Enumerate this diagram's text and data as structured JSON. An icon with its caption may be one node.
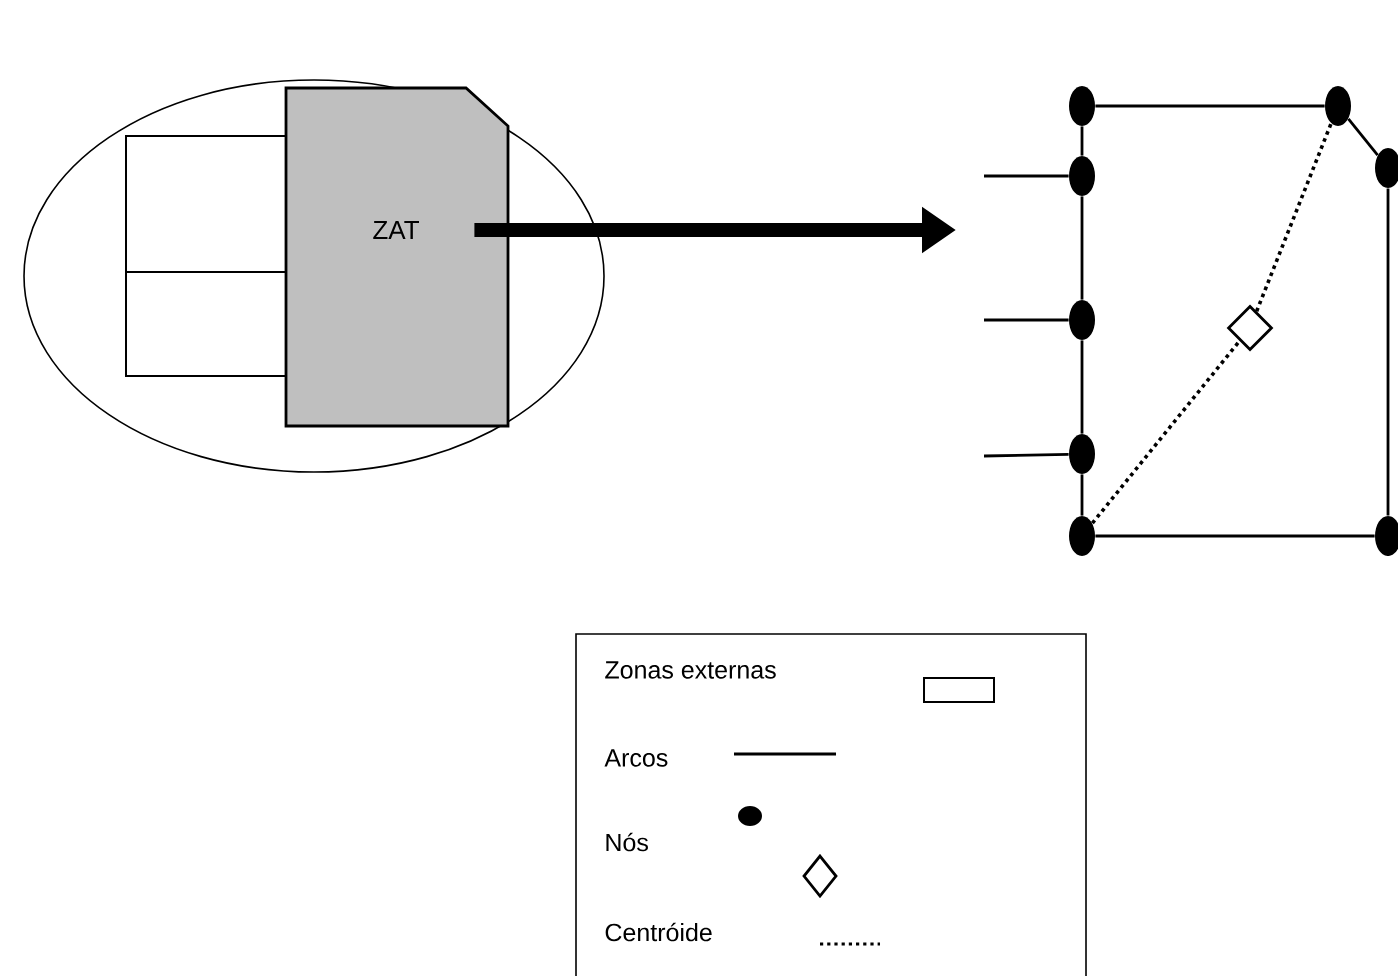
{
  "diagram": {
    "nodes": [
      {
        "text": [],
        "shape": "ellipse"
      },
      {
        "text": [],
        "shape": "box",
        "in": 0
      },
      {
        "text": [],
        "shape": "box",
        "in": 0
      },
      {
        "text": [
          "ZAT"
        ],
        "in": 0
      },
      {
        "text": [],
        "shape": "circle"
      },
      {
        "text": [],
        "shape": "circle"
      },
      {
        "text": [],
        "shape": "circle"
      },
      {
        "text": [],
        "shape": "circle"
      },
      {
        "text": [],
        "shape": "circle"
      },
      {
        "text": [],
        "shape": "diamond"
      },
      {
        "text": [],
        "shape": "circle"
      },
      {
        "text": [],
        "shape": "circle"
      },
      {
        "text": [],
        "shape": "circle"
      }
    ],
    "edges": [
      {
        "from": 3,
        "to": null,
        "arrow": "to",
        "style": "thick"
      },
      {
        "from": null,
        "to": 5,
        "arrow": "none"
      },
      {
        "from": null,
        "to": 6,
        "arrow": "none"
      },
      {
        "from": null,
        "to": 7,
        "arrow": "none"
      },
      {
        "from": 4,
        "to": 5,
        "arrow": "none"
      },
      {
        "from": 5,
        "to": 6,
        "arrow": "none"
      },
      {
        "from": 6,
        "to": 7,
        "arrow": "none"
      },
      {
        "from": 7,
        "to": 8,
        "arrow": "none"
      },
      {
        "from": 4,
        "to": 10,
        "arrow": "none"
      },
      {
        "from": 10,
        "to": 11,
        "arrow": "none"
      },
      {
        "from": 11,
        "to": 12,
        "arrow": "none"
      },
      {
        "from": 8,
        "to": 12,
        "arrow": "none"
      },
      {
        "from": 8,
        "to": 9,
        "arrow": "none",
        "style": "dashed"
      },
      {
        "from": 9,
        "to": 10,
        "arrow": "none",
        "style": "dashed"
      }
    ],
    "legend": [
      {
        "text": "Zonas externas"
      },
      {
        "text": "Arcos"
      },
      {
        "text": "Nós"
      },
      {
        "text": "Centróide"
      }
    ]
  }
}
